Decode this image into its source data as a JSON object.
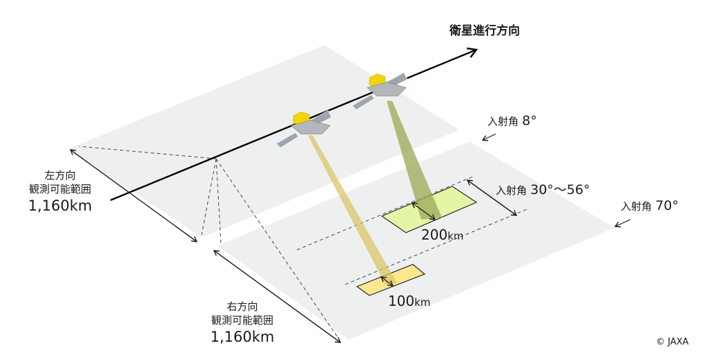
{
  "direction_label": "衛星進行方向",
  "incidence": {
    "near": {
      "prefix": "入射角",
      "value": "8°"
    },
    "mid": {
      "prefix": "入射角",
      "value": "30°～56°"
    },
    "far": {
      "prefix": "入射角",
      "value": "70°"
    }
  },
  "left_range": {
    "line1": "左方向",
    "line2": "観測可能範囲",
    "distance": "1,160km"
  },
  "right_range": {
    "line1": "右方向",
    "line2": "観測可能範囲",
    "distance": "1,160km"
  },
  "swath_wide": {
    "number": "200",
    "unit": "km"
  },
  "swath_narrow": {
    "number": "100",
    "unit": "km"
  },
  "copyright": "© JAXA",
  "colors": {
    "plane": "#eef0f0",
    "beam_yellow": "#d9c56a",
    "beam_green": "#9fae5c",
    "footprint_green": "#e2f6a6",
    "footprint_yellow": "#fbe88e",
    "panel": "#9ea4b0",
    "body": "#f2d400"
  }
}
